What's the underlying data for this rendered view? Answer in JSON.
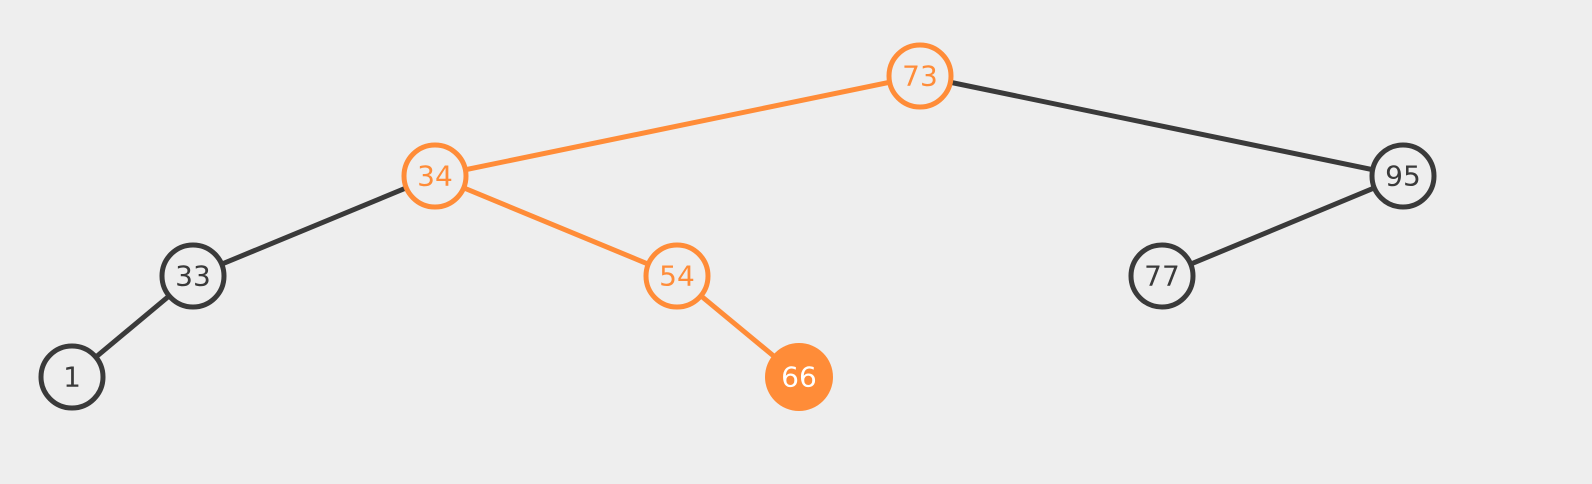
{
  "colors": {
    "background": "#eeeeee",
    "default": "#3a3a3a",
    "highlight": "#ff8c38",
    "filled_text": "#ffffff",
    "node_fill": "#eeeeee"
  },
  "tree": {
    "nodes": [
      {
        "id": "n73",
        "label": "73",
        "state": "path"
      },
      {
        "id": "n34",
        "label": "34",
        "state": "path"
      },
      {
        "id": "n95",
        "label": "95",
        "state": "normal"
      },
      {
        "id": "n33",
        "label": "33",
        "state": "normal"
      },
      {
        "id": "n54",
        "label": "54",
        "state": "path"
      },
      {
        "id": "n77",
        "label": "77",
        "state": "normal"
      },
      {
        "id": "n1",
        "label": "1",
        "state": "normal"
      },
      {
        "id": "n66",
        "label": "66",
        "state": "current"
      }
    ],
    "edges": [
      {
        "from": "n73",
        "to": "n34",
        "state": "path"
      },
      {
        "from": "n73",
        "to": "n95",
        "state": "normal"
      },
      {
        "from": "n34",
        "to": "n33",
        "state": "normal"
      },
      {
        "from": "n34",
        "to": "n54",
        "state": "path"
      },
      {
        "from": "n95",
        "to": "n77",
        "state": "normal"
      },
      {
        "from": "n33",
        "to": "n1",
        "state": "normal"
      },
      {
        "from": "n54",
        "to": "n66",
        "state": "path"
      }
    ]
  }
}
